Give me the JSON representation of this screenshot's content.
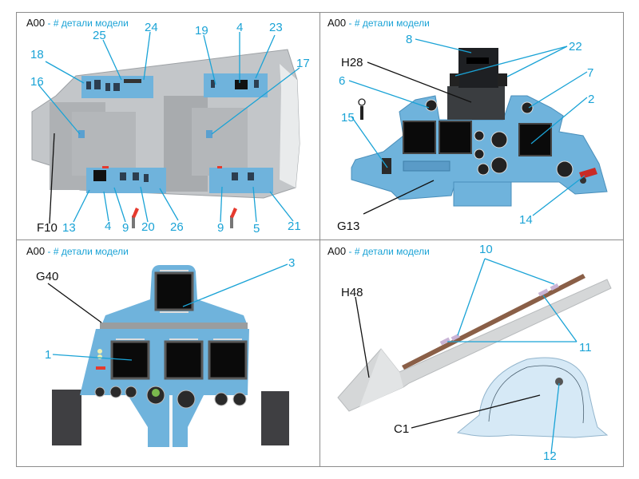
{
  "sheet": {
    "panels": [
      {
        "header": {
          "code": "A00",
          "separator": " - ",
          "description": "# детали модели"
        },
        "illustration": "twin-seat cockpit tub, top view",
        "part_labels_blue": [
          "18",
          "25",
          "24",
          "19",
          "4",
          "23",
          "17",
          "16",
          "13",
          "4",
          "9",
          "20",
          "26",
          "9",
          "5",
          "21"
        ],
        "part_labels_black": [
          "F10"
        ]
      },
      {
        "header": {
          "code": "A00",
          "separator": " - ",
          "description": "# детали модели"
        },
        "illustration": "front instrument panel with HUD",
        "part_labels_blue": [
          "8",
          "22",
          "6",
          "7",
          "2",
          "15",
          "14"
        ],
        "part_labels_black": [
          "H28",
          "G13"
        ]
      },
      {
        "header": {
          "code": "A00",
          "separator": " - ",
          "description": "# детали модели"
        },
        "illustration": "rear instrument panel",
        "part_labels_blue": [
          "3",
          "1"
        ],
        "part_labels_black": [
          "G40"
        ]
      },
      {
        "header": {
          "code": "A00",
          "separator": " - ",
          "description": "# детали модели"
        },
        "illustration": "canopy frame and canopy",
        "part_labels_blue": [
          "10",
          "11",
          "12"
        ],
        "part_labels_black": [
          "H48",
          "C1"
        ]
      }
    ]
  },
  "colors": {
    "label_blue": "#1aa3d6",
    "label_black": "#111111",
    "panel_blue": "#6fb3dc",
    "cockpit_grey": "#b8bbbe",
    "frame_grey": "#8c8c8c"
  }
}
